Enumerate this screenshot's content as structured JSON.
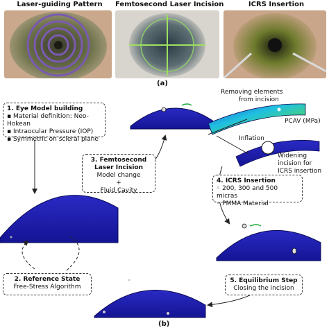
{
  "panel_a": {
    "label": "(a)",
    "photos": [
      {
        "title": "Laser-guiding Pattern"
      },
      {
        "title": "Femtosecond Laser Incision"
      },
      {
        "title": "ICRS Insertion"
      }
    ]
  },
  "panel_b": {
    "label": "(b)",
    "steps": [
      {
        "title": "1. Eye Model building",
        "lines": [
          "Material definition: Neo-Hokean",
          "Intraocular Pressure (IOP)",
          "Symmetric on scleral plane"
        ]
      },
      {
        "title": "2. Reference State",
        "lines": [
          "Free-Stress Algorithm"
        ]
      },
      {
        "title": "3. Femtosecond Laser Incision",
        "lines": [
          "Model change",
          "+",
          "Fluid Cavity"
        ]
      },
      {
        "title": "4. ICRS Insertion",
        "lines": [
          "200, 300 and 500 micras",
          "PMMA Material"
        ]
      },
      {
        "title": "5. Equilibrium Step",
        "lines": [
          "Closing the incision"
        ]
      }
    ],
    "annotations": {
      "removing": "Removing elements",
      "from_incision": "from incision",
      "pcav": "PCAV (MPa)",
      "inflation": "Inflation",
      "widening": "Widening",
      "widening2": "incision for",
      "widening3": "ICRS insertion"
    }
  },
  "colors": {
    "mesh_blue": "#1a1aa8",
    "mesh_dark": "#10107a",
    "arrow": "#222222",
    "ring_green": "#1faa3c"
  }
}
